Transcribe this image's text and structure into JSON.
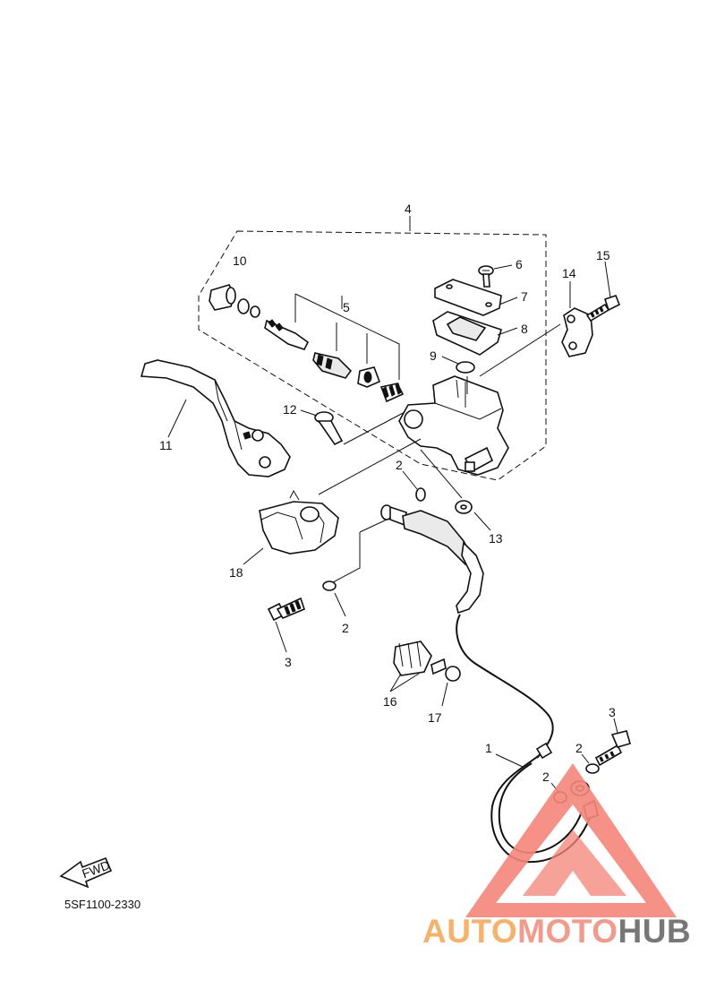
{
  "callouts": {
    "c1": "1",
    "c2a": "2",
    "c2b": "2",
    "c2c": "2",
    "c2d": "2",
    "c3a": "3",
    "c3b": "3",
    "c4": "4",
    "c5": "5",
    "c6": "6",
    "c7": "7",
    "c8": "8",
    "c9": "9",
    "c10": "10",
    "c11": "11",
    "c12": "12",
    "c13": "13",
    "c14": "14",
    "c15": "15",
    "c16": "16",
    "c17": "17",
    "c18": "18"
  },
  "fwd_label": "FWD",
  "diagram_code": "5SF1100-2330",
  "watermark": {
    "part1": "AUTO",
    "part2": "MOTO",
    "part3": "HUB",
    "colors": {
      "auto": "#f6b26b",
      "moto": "#f29b8c",
      "hub": "#777777",
      "triangle": "#f4867a"
    }
  }
}
